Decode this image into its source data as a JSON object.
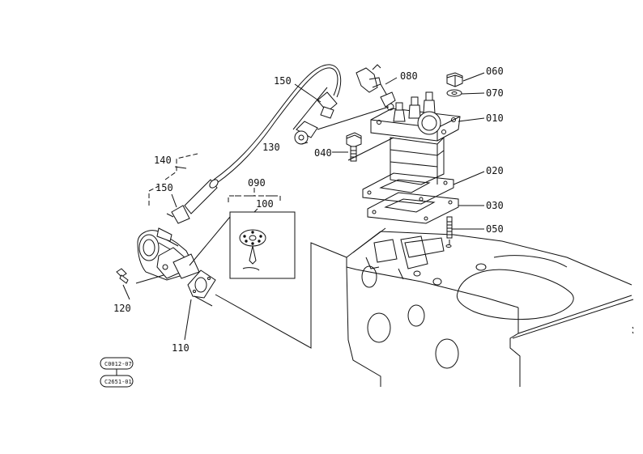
{
  "parts": {
    "p010": "010",
    "p020": "020",
    "p030": "030",
    "p040": "040",
    "p050": "050",
    "p060": "060",
    "p070": "070",
    "p080": "080",
    "p090": "090",
    "p100": "100",
    "p110": "110",
    "p120": "120",
    "p130": "130",
    "p140": "140",
    "p150a": "150",
    "p150b": "150"
  },
  "codes": {
    "code1": "C0012-07",
    "code2": "C2651-01"
  }
}
